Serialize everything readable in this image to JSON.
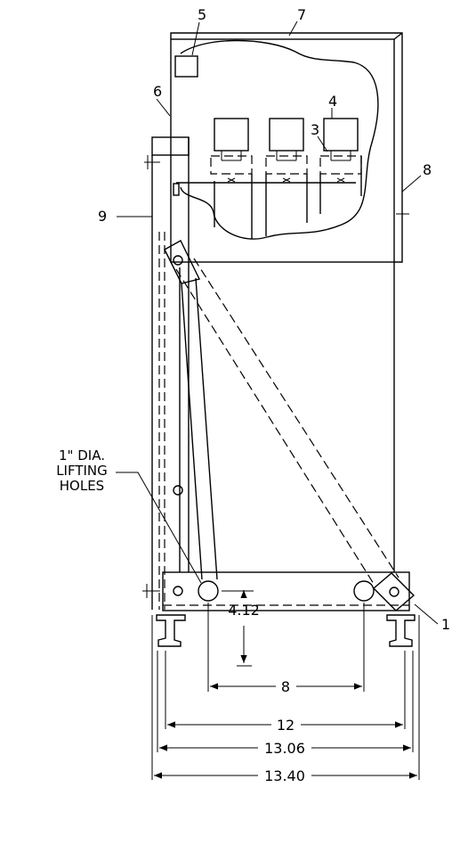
{
  "callouts": {
    "c1": "1",
    "c3": "3",
    "c4": "4",
    "c5": "5",
    "c6": "6",
    "c7": "7",
    "c8": "8",
    "c9": "9"
  },
  "lifting_note": {
    "line1": "1\" DIA.",
    "line2": "LIFTING",
    "line3": "HOLES"
  },
  "dimensions": {
    "height": "4.12",
    "hole_spacing": "8",
    "inner_width": "12",
    "channel_width": "13.06",
    "overall_width": "13.40"
  }
}
